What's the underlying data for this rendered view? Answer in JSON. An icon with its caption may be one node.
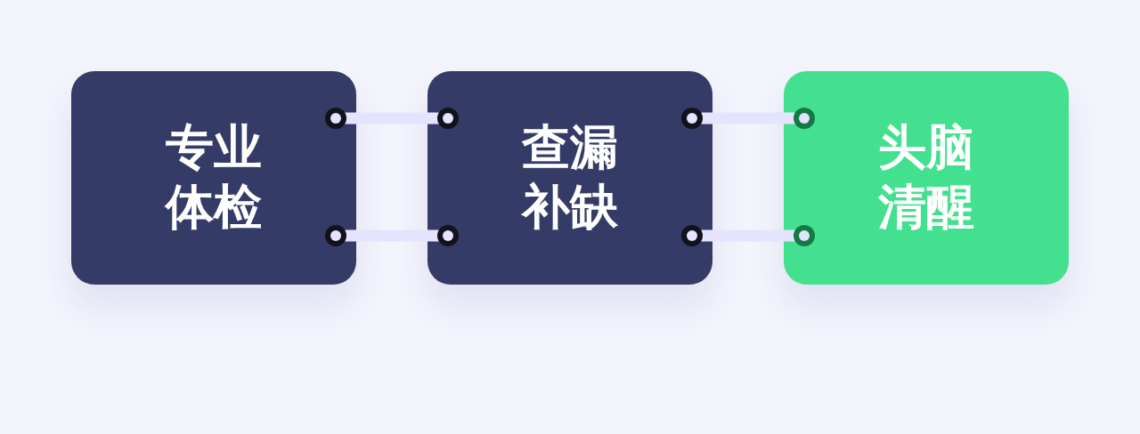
{
  "diagram": {
    "nodes": [
      {
        "text": [
          "专业体检"
        ]
      },
      {
        "text": [
          "查漏补缺"
        ]
      },
      {
        "text": [
          "头脑清醒"
        ]
      }
    ],
    "edges": [
      {
        "from": 0,
        "to": 1,
        "arrow": "other"
      },
      {
        "from": 0,
        "to": 1,
        "arrow": "other"
      },
      {
        "from": 1,
        "to": 2,
        "arrow": "other"
      },
      {
        "from": 1,
        "to": 2,
        "arrow": "other"
      }
    ]
  }
}
